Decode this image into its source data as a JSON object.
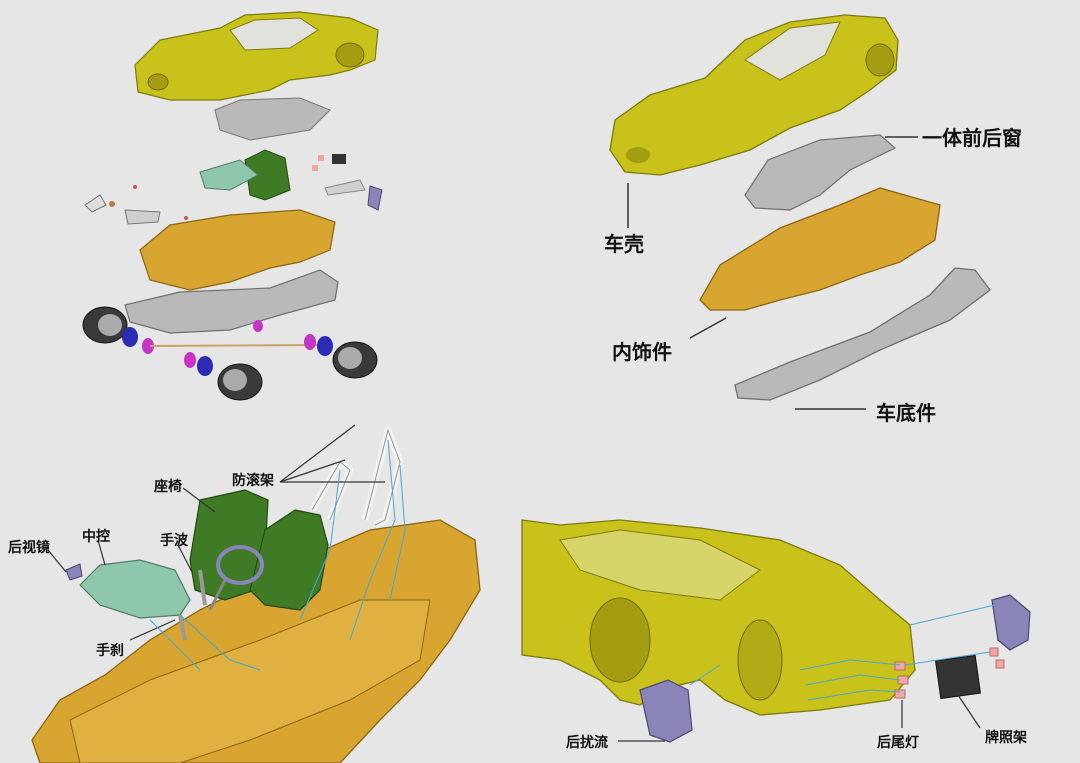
{
  "colors": {
    "background": "#e6e6e6",
    "body_shell": "#c8c21a",
    "interior": "#d8a531",
    "chassis_grey": "#b9b9b9",
    "seat_green": "#3f7a25",
    "console_teal": "#8fc7ad",
    "spoiler_purple": "#8a85b8",
    "tail_light_pink": "#f0a6a6",
    "leader_blue": "#46a8d6",
    "leader_black": "#333333"
  },
  "panel_top_right": {
    "window": "一体前后窗",
    "shell": "车壳",
    "interior": "内饰件",
    "chassis": "车底件"
  },
  "panel_bottom_left": {
    "rollbar": "防滚架",
    "seat": "座椅",
    "center_console": "中控",
    "mirror": "后视镜",
    "shifter": "手波",
    "handbrake": "手刹"
  },
  "panel_bottom_right": {
    "rear_spoiler": "后扰流",
    "tail_light": "后尾灯",
    "plate_holder": "牌照架"
  }
}
